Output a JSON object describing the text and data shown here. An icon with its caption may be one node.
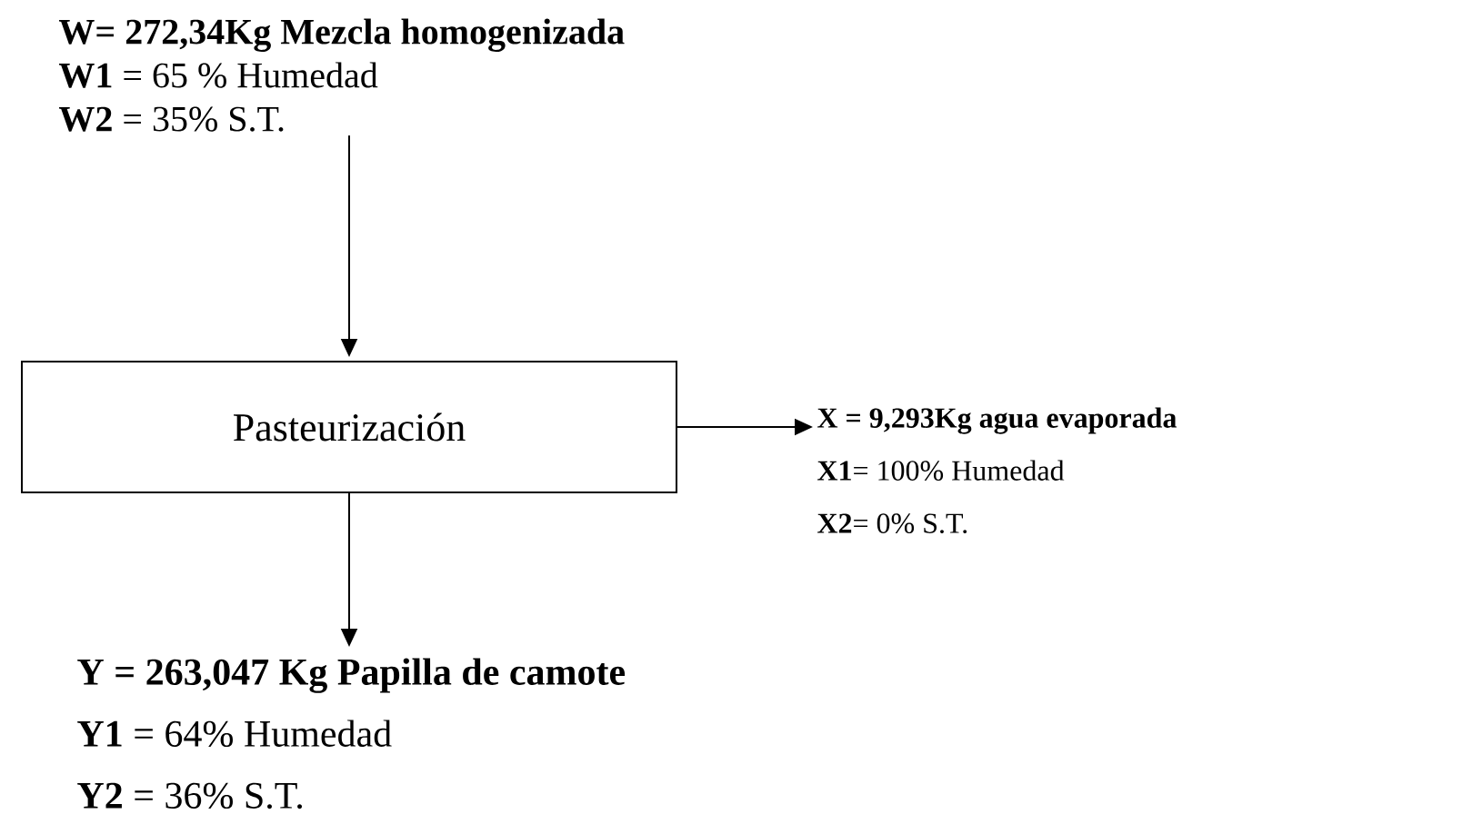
{
  "diagram": {
    "nodes": [
      {
        "text": [
          "W= 272,34Kg Mezcla homogenizada",
          "**W1** = 65 % Humedad",
          "**W2** = 35% S.T."
        ]
      },
      {
        "text": [
          "Pasteurización"
        ]
      },
      {
        "text": [
          "X =  9,293Kg agua  evaporada",
          "**X1**= 100% Humedad",
          "**X2**= 0% S.T."
        ]
      },
      {
        "text": [
          "Y =  263,047 Kg Papilla de camote",
          "**Y1** = 64% Humedad",
          "**Y2** = 36% S.T."
        ]
      }
    ],
    "edges": [
      {
        "from": 0,
        "to": 1,
        "arrow": "to"
      },
      {
        "from": 1,
        "to": 2,
        "arrow": "to"
      },
      {
        "from": 1,
        "to": 3,
        "arrow": "to"
      }
    ]
  }
}
